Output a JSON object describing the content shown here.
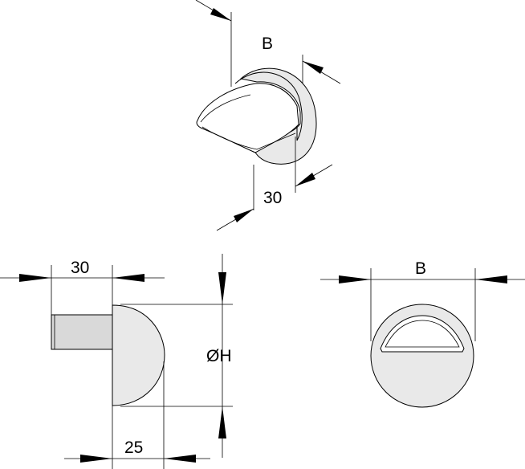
{
  "labels": {
    "iso_width": "B",
    "iso_depth": "30",
    "side_length": "30",
    "side_diameter": "ØH",
    "side_body": "25",
    "front_width": "B"
  },
  "colors": {
    "line": "#000000",
    "body_fill": "#e9e9e9",
    "shadow_fill": "#d9d9d9",
    "background": "#ffffff"
  }
}
